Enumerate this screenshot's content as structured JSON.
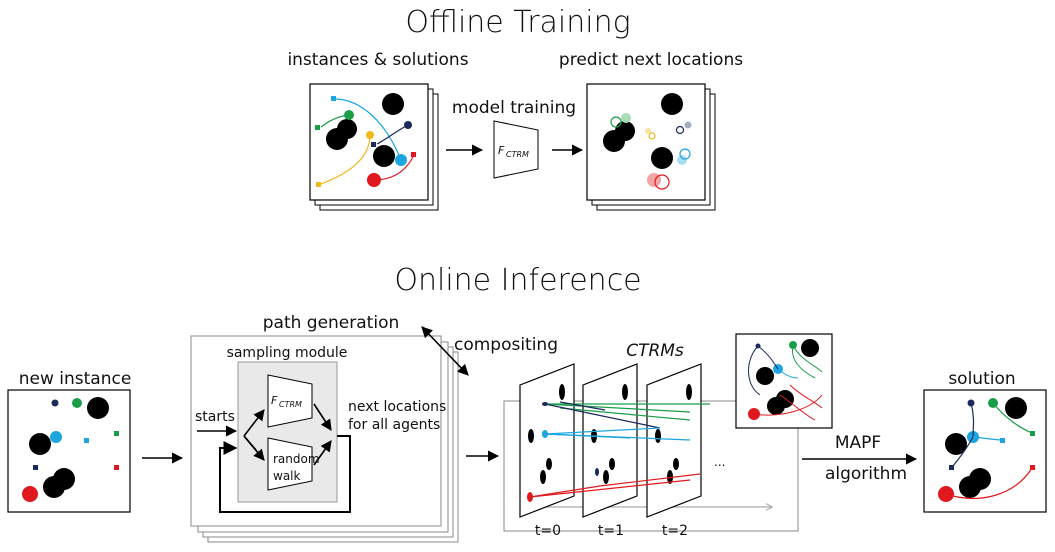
{
  "offline": {
    "title": "Offline Training",
    "instances_label": "instances & solutions",
    "model_training_label": "model training",
    "predict_label": "predict next locations",
    "model_symbol": "F",
    "model_subscript": "CTRM"
  },
  "online": {
    "title": "Online Inference",
    "new_instance_label": "new instance",
    "path_generation_label": "path generation",
    "sampling_module_label": "sampling module",
    "starts_label": "starts",
    "next_locations_line1": "next locations",
    "next_locations_line2": "for all agents",
    "random_walk_line1": "random",
    "random_walk_line2": "walk",
    "model_symbol": "F",
    "model_subscript": "CTRM",
    "compositing_label": "compositing",
    "ctrms_label": "CTRMs",
    "ellipsis": "...",
    "time_labels": [
      "t=0",
      "t=1",
      "t=2"
    ],
    "mapf_line1": "MAPF",
    "mapf_line2": "algorithm",
    "solution_label": "solution"
  },
  "colors": {
    "agent_navy": "#1a2a5a",
    "agent_green": "#1a9e4a",
    "agent_cyan": "#1ca6e0",
    "agent_red": "#e0191e",
    "agent_yellow": "#f2b81a",
    "obstacle": "#000000",
    "frame_gray": "#888888"
  }
}
